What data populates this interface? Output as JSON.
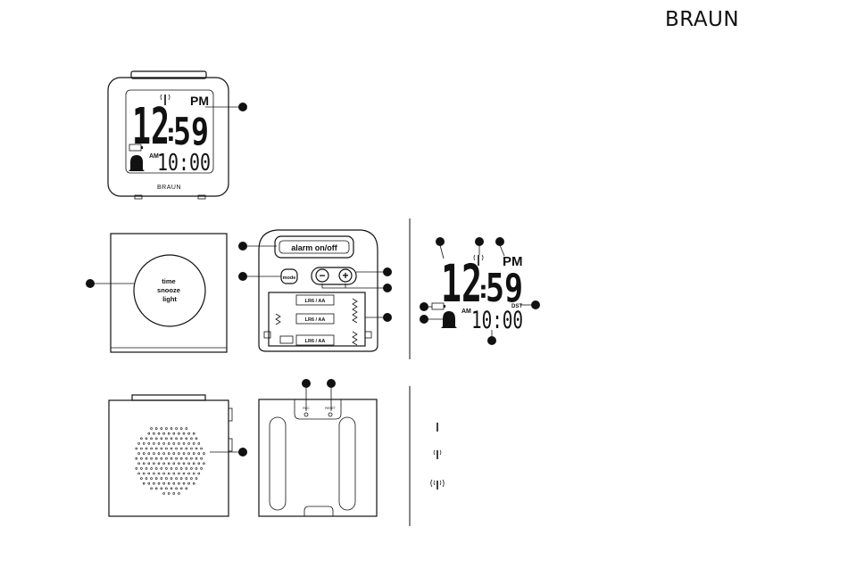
{
  "brand": "BRAUN",
  "front_display": {
    "hours": "12",
    "colon": ":",
    "minutes": "59",
    "period": "PM",
    "alarm_period": "AM",
    "alarm_time": "10:00",
    "brand": "BRAUN"
  },
  "top_button": {
    "label": "time\nsnooze\nlight",
    "lines": [
      "time",
      "snooze",
      "light"
    ]
  },
  "battery_panel": {
    "alarm_switch": "alarm on/off",
    "mode_button": "mode",
    "minus": "−",
    "plus": "+",
    "batteries": [
      "LR6 / AA",
      "LR6 / AA",
      "LR6 / AA"
    ]
  },
  "detail_display": {
    "hours": "12",
    "colon": ":",
    "minutes": "59",
    "period": "PM",
    "alarm_period": "AM",
    "alarm_time": "10:00",
    "dst": "DST"
  },
  "back_labels": {
    "left": "RCC",
    "right": "RESET"
  },
  "icons": {
    "signal": "radio-signal-icon",
    "battery": "battery-icon",
    "bell": "alarm-bell-icon"
  }
}
